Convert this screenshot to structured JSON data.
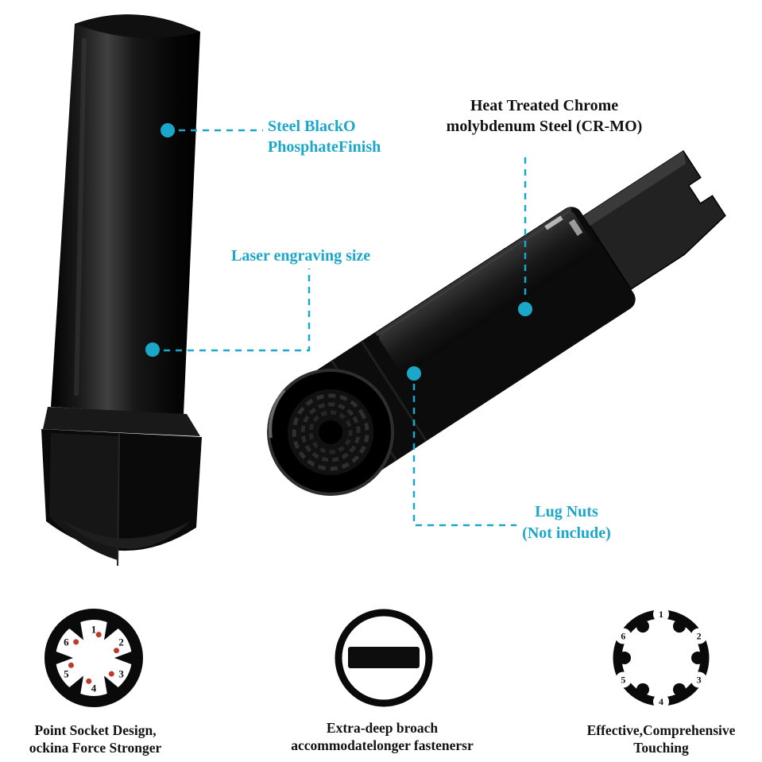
{
  "colors": {
    "accent": "#1BA7C9",
    "contact_dot_red": "#C0392B",
    "tool_black": "#0A0A0A"
  },
  "callouts": {
    "finish": {
      "text": "Steel BlackO\nPhosphateFinish"
    },
    "laser": {
      "text": "Laser engraving size"
    },
    "material": {
      "text": "Heat Treated Chrome\nmolybdenum Steel (CR-MO)"
    },
    "lug_nuts": {
      "text": "Lug Nuts\n(Not include)"
    }
  },
  "diagrams": {
    "spline": {
      "numbers": [
        "1",
        "2",
        "3",
        "4",
        "5",
        "6"
      ],
      "caption": "Point Socket Design,\nockina Force Stronger"
    },
    "broach": {
      "caption": "Extra-deep broach\naccommodatelonger fastenersr"
    },
    "touch": {
      "numbers": [
        "1",
        "2",
        "3",
        "4",
        "5",
        "6"
      ],
      "caption": "Effective,Comprehensive\nTouching"
    }
  }
}
